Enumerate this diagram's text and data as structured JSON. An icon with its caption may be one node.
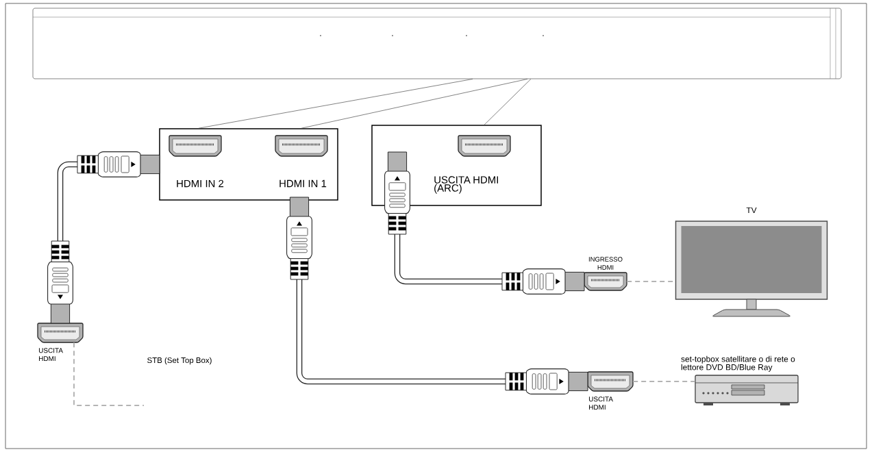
{
  "diagram": {
    "nodes": [
      {
        "text": [],
        "shape": "bar"
      },
      {
        "text": [
          "HDMI IN 2",
          "HDMI IN 1"
        ]
      },
      {
        "text": [
          "USCITA HDMI (ARC)"
        ]
      },
      {
        "text": [
          "USCITA HDMI"
        ]
      },
      {
        "text": [
          "INGRESSO HDMI"
        ]
      },
      {
        "text": [
          "TV"
        ]
      },
      {
        "text": [
          "USCITA HDMI"
        ]
      },
      {
        "text": [
          "set-topbox satellitare o di rete o lettore DVD BD/Blue Ray"
        ]
      }
    ],
    "edges": [
      {
        "from": 0,
        "to": 1,
        "arrow": "none"
      },
      {
        "from": 0,
        "to": 1,
        "arrow": "none"
      },
      {
        "from": 0,
        "to": 2,
        "arrow": "none"
      },
      {
        "from": 1,
        "to": 3,
        "arrow": "other",
        "style": "thick"
      },
      {
        "from": 1,
        "to": 6,
        "arrow": "other",
        "style": "thick"
      },
      {
        "from": 2,
        "to": 4,
        "arrow": "other",
        "style": "thick"
      },
      {
        "from": 3,
        "to": null,
        "arrow": "none",
        "style": "dashed",
        "color": "#b4b4b4"
      },
      {
        "from": 4,
        "to": 5,
        "arrow": "none",
        "style": "dashed",
        "color": "#b4b4b4"
      },
      {
        "from": 6,
        "to": 7,
        "arrow": "none",
        "style": "dashed",
        "color": "#b4b4b4"
      }
    ],
    "labels": [
      "STB (Set Top Box)"
    ]
  }
}
